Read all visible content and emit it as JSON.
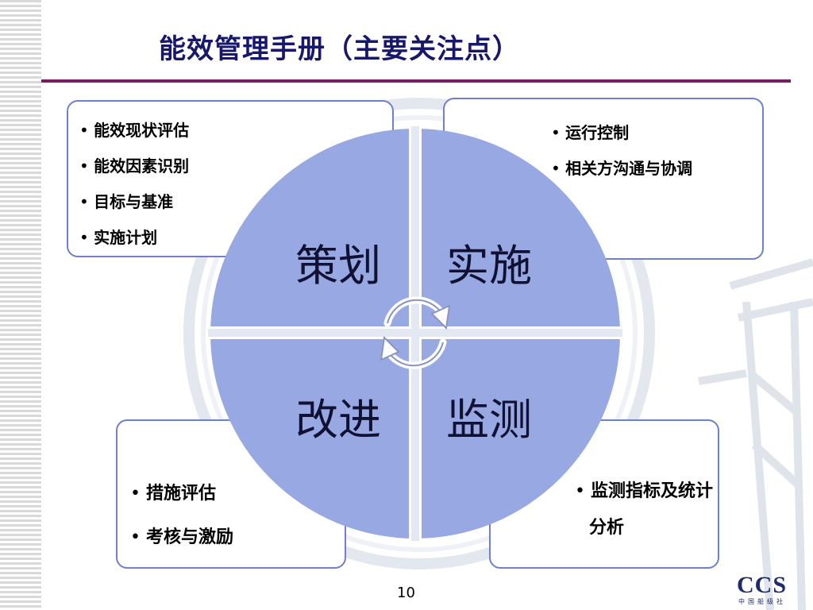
{
  "slide": {
    "title": "能效管理手册（主要关注点）",
    "page_number": "10"
  },
  "quadrants": {
    "plan": "策划",
    "do": "实施",
    "act": "改进",
    "check": "监测"
  },
  "boxes": {
    "plan": [
      "能效现状评估",
      "能效因素识别",
      "目标与基准",
      "实施计划"
    ],
    "do": [
      "运行控制",
      "相关方沟通与协调"
    ],
    "act": [
      "措施评估",
      "考核与激励"
    ],
    "check": [
      "监测指标及统计分析"
    ]
  },
  "logo": {
    "text": "CCS",
    "subtitle": "中国船级社"
  },
  "colors": {
    "title": "#17176b",
    "rule": "#7a1d5e",
    "circle_fill": "#97a8e2",
    "box_border": "#6f7fcf"
  }
}
